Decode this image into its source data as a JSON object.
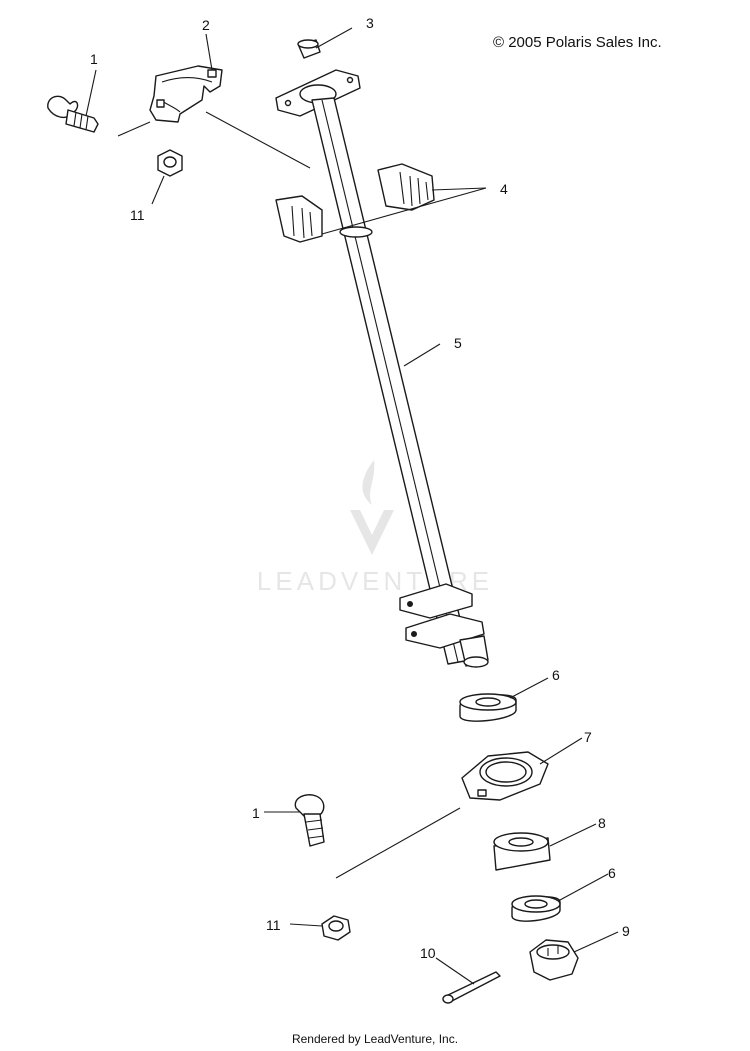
{
  "diagram": {
    "copyright": "© 2005 Polaris Sales Inc.",
    "watermark": "LEADVENTURE",
    "footer": "Rendered by LeadVenture, Inc.",
    "callouts": [
      {
        "id": "c1a",
        "label": "1"
      },
      {
        "id": "c2",
        "label": "2"
      },
      {
        "id": "c3",
        "label": "3"
      },
      {
        "id": "c4",
        "label": "4"
      },
      {
        "id": "c5",
        "label": "5"
      },
      {
        "id": "c11a",
        "label": "11"
      },
      {
        "id": "c6a",
        "label": "6"
      },
      {
        "id": "c7",
        "label": "7"
      },
      {
        "id": "c1b",
        "label": "1"
      },
      {
        "id": "c8",
        "label": "8"
      },
      {
        "id": "c6b",
        "label": "6"
      },
      {
        "id": "c11b",
        "label": "11"
      },
      {
        "id": "c9",
        "label": "9"
      },
      {
        "id": "c10",
        "label": "10"
      }
    ]
  }
}
